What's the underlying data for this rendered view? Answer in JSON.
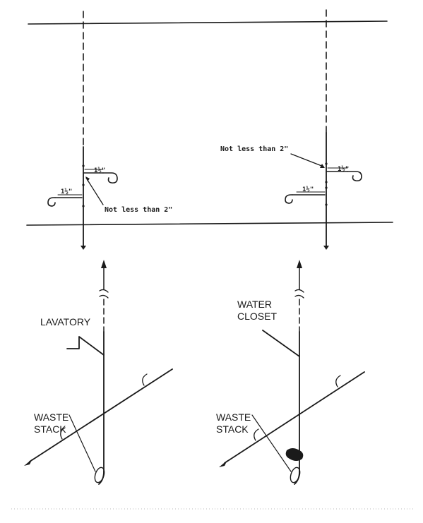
{
  "plan_view": {
    "left": {
      "dim_upper": "1½\"",
      "dim_lower": "1½\"",
      "note": "Not less than 2\""
    },
    "right": {
      "dim_upper": "1½\"",
      "dim_lower": "1½\"",
      "note": "Not less than 2\""
    }
  },
  "isometric_view": {
    "left": {
      "fixture_label": "LAVATORY",
      "stack_label_line1": "WASTE",
      "stack_label_line2": "STACK"
    },
    "right": {
      "fixture_label_line1": "WATER",
      "fixture_label_line2": "CLOSET",
      "stack_label_line1": "WASTE",
      "stack_label_line2": "STACK"
    }
  }
}
